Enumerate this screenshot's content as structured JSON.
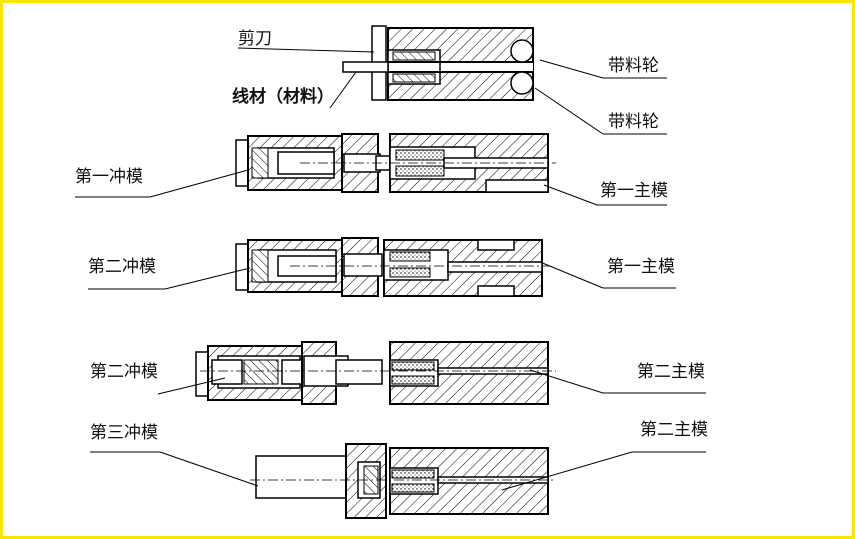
{
  "colors": {
    "frame_border": "#f7e600",
    "line": "#000000",
    "background": "#ffffff"
  },
  "labels": {
    "shear": "剪刀",
    "wire": "线材（材料）",
    "feed_roller_top": "带料轮",
    "feed_roller_bottom": "带料轮",
    "punch1": "第一冲模",
    "main_die1_a": "第一主模",
    "punch2_a": "第二冲模",
    "main_die1_b": "第一主模",
    "punch2_b": "第二冲模",
    "main_die2_a": "第二主模",
    "punch3": "第三冲模",
    "main_die2_b": "第二主模"
  }
}
